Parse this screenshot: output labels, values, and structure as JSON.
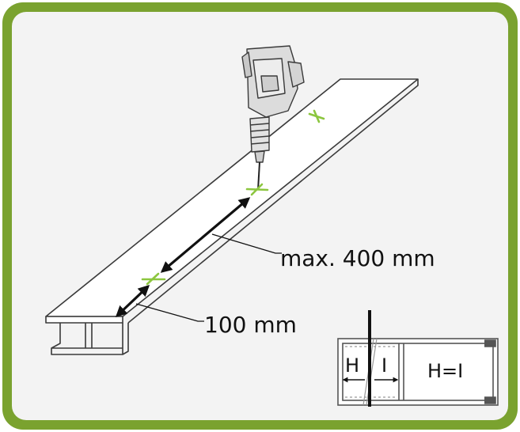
{
  "colors": {
    "frame": "#7aa22f",
    "panel": "#f3f3f3",
    "line": "#3a3a3a",
    "mark": "#8cc63f",
    "arrow": "#111111"
  },
  "icons": [
    "drill-icon",
    "drill-mark-icon"
  ],
  "labels": {
    "max_spacing": "max. 400 mm",
    "edge_distance": "100 mm"
  },
  "detail": {
    "h_label": "H",
    "i_label": "I",
    "equation": "H=I"
  }
}
